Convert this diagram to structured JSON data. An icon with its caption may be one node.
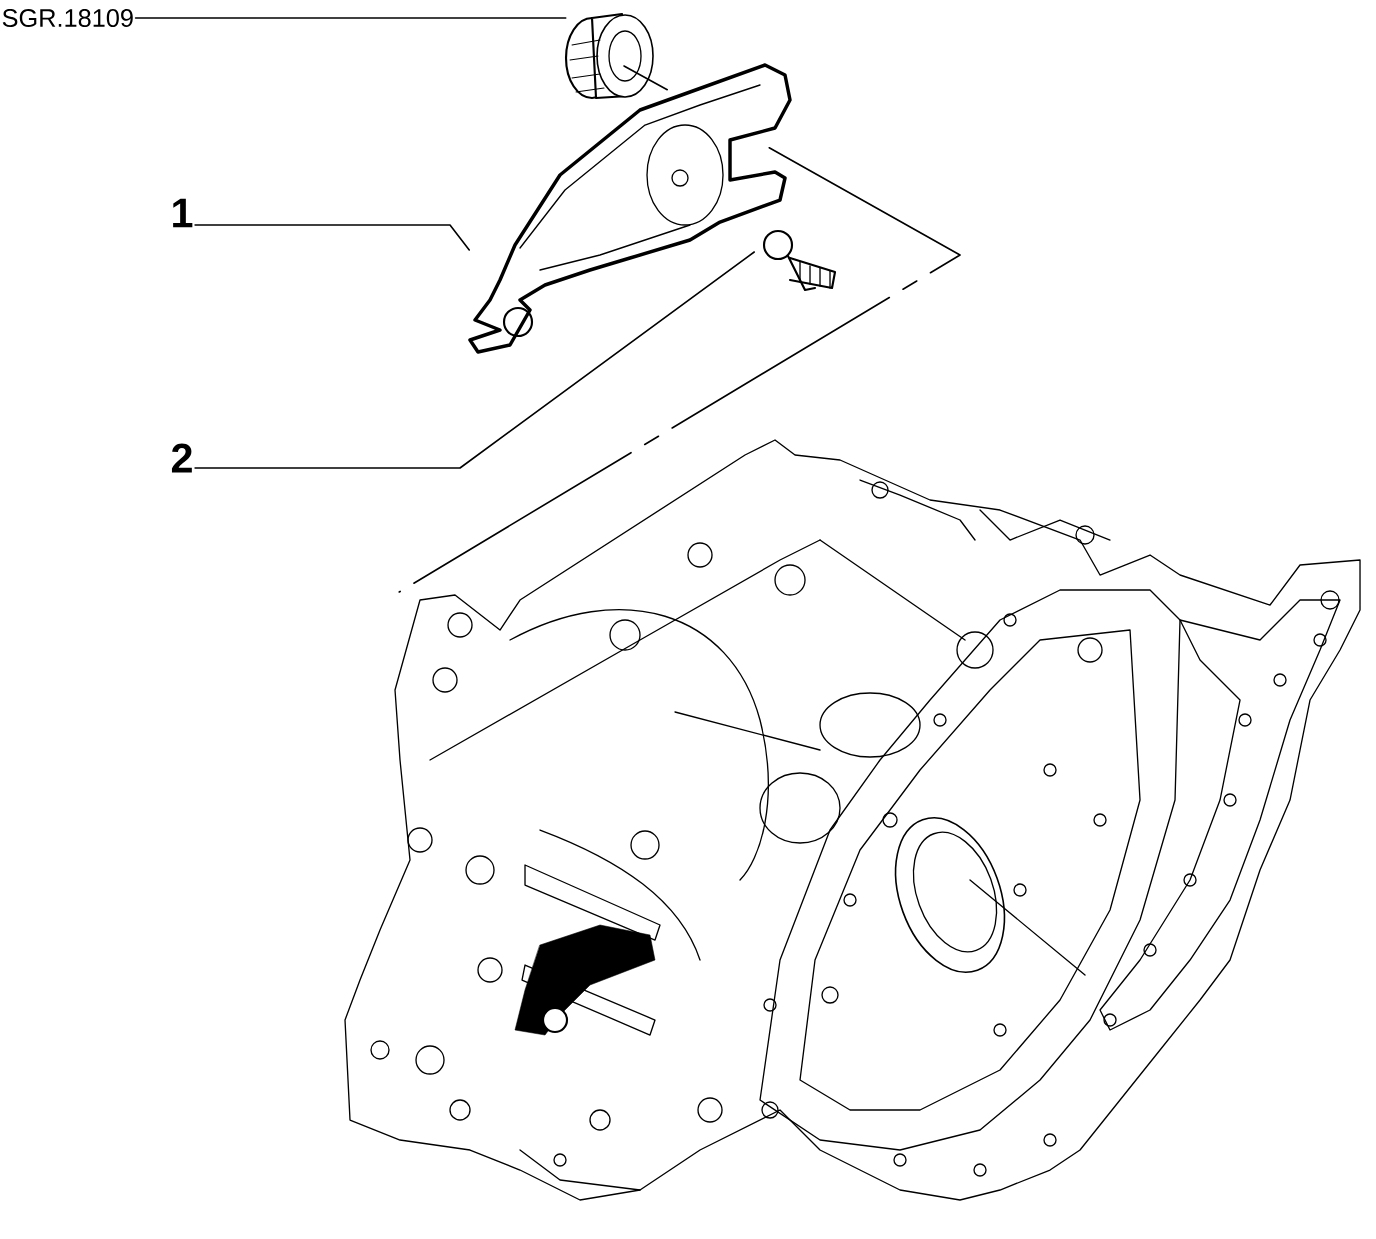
{
  "diagram": {
    "nodes": [
      {
        "text": [
          "SGR.18109"
        ]
      },
      {
        "text": [
          "1"
        ]
      },
      {
        "text": [
          "2"
        ]
      },
      {
        "text": [],
        "shape": "picture"
      },
      {
        "text": [],
        "shape": "picture"
      },
      {
        "text": [],
        "shape": "picture"
      },
      {
        "text": [],
        "shape": "picture"
      }
    ],
    "edges": [
      {
        "from": 0,
        "to": 3,
        "arrow": "none"
      },
      {
        "from": 1,
        "to": 4,
        "arrow": "none"
      },
      {
        "from": 2,
        "to": 5,
        "arrow": "none"
      },
      {
        "from": 3,
        "to": 4,
        "arrow": "none"
      },
      {
        "from": 4,
        "to": 6,
        "arrow": "none",
        "style": "dashed"
      }
    ]
  }
}
